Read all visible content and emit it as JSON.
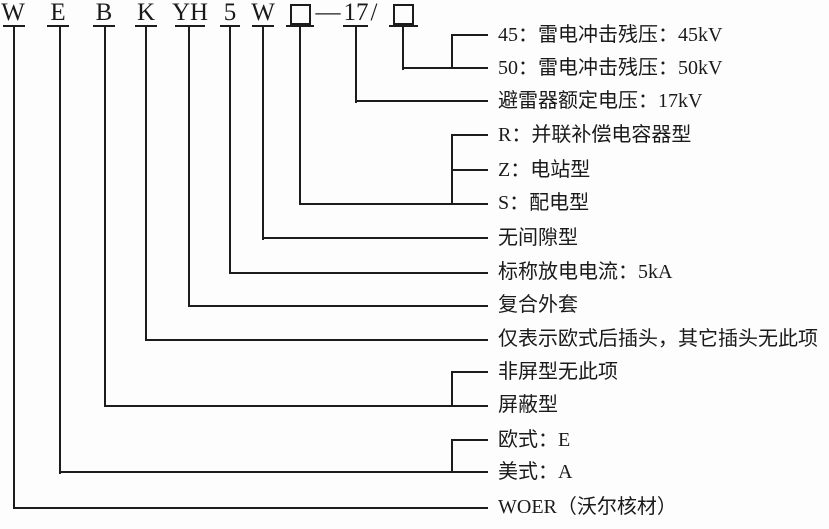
{
  "model_code": {
    "segments": [
      {
        "key": "w1",
        "text": "W"
      },
      {
        "key": "e",
        "text": "E"
      },
      {
        "key": "b",
        "text": "B"
      },
      {
        "key": "k",
        "text": "K"
      },
      {
        "key": "yh",
        "text": "YH"
      },
      {
        "key": "five",
        "text": "5"
      },
      {
        "key": "w2",
        "text": "W"
      },
      {
        "key": "box1",
        "text": "□",
        "type": "placeholder-box"
      },
      {
        "key": "dash",
        "text": "—"
      },
      {
        "key": "n17",
        "text": "17"
      },
      {
        "key": "slash",
        "text": "/"
      },
      {
        "key": "box2",
        "text": "□",
        "type": "placeholder-box"
      }
    ]
  },
  "labels": [
    {
      "text": "45：雷电冲击残压：45kV"
    },
    {
      "text": "50：雷电冲击残压：50kV"
    },
    {
      "text": "避雷器额定电压：17kV"
    },
    {
      "text": "R：并联补偿电容器型"
    },
    {
      "text": "Z：电站型"
    },
    {
      "text": "S：配电型"
    },
    {
      "text": "无间隙型"
    },
    {
      "text": "标称放电电流：5kA"
    },
    {
      "text": "复合外套"
    },
    {
      "text": "仅表示欧式后插头，其它插头无此项"
    },
    {
      "text": "非屏型无此项"
    },
    {
      "text": "屏蔽型"
    },
    {
      "text": "欧式：E"
    },
    {
      "text": "美式：A"
    },
    {
      "text": "WOER（沃尔核材）"
    }
  ],
  "colors": {
    "line": "#1c1c1c",
    "text": "#1a1a1a",
    "background": "#fdfdfd"
  }
}
